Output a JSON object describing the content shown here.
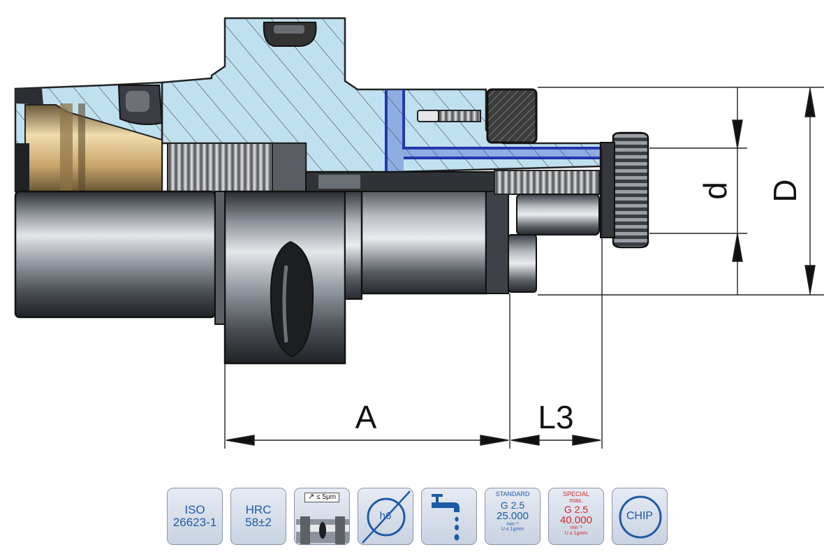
{
  "dimensions": {
    "A": "A",
    "L3": "L3",
    "d": "d",
    "D": "D"
  },
  "badges": {
    "iso": {
      "line1": "ISO",
      "line2": "26623-1"
    },
    "hrc": {
      "line1": "HRC",
      "line2": "58±2"
    },
    "runout": {
      "text": "≤ 5μm"
    },
    "tolerance": {
      "text": "h6"
    },
    "coolant": {
      "icon": "coolant-tap-icon"
    },
    "standard": {
      "title": "STANDARD",
      "grade": "G 2.5",
      "speed": "25.000",
      "unit": "min⁻¹",
      "note": "U ≤ 1gmm"
    },
    "special": {
      "title": "SPECIAL",
      "sub": "max.",
      "grade": "G 2.5",
      "speed": "40.000",
      "unit": "min⁻¹",
      "note": "U ≤ 1gmm"
    },
    "chip": {
      "text": "CHIP"
    }
  },
  "colors": {
    "section_blue": "#bfe0ef",
    "coolant_blue": "#2233a8",
    "badge_text": "#1e5aa6",
    "badge_red": "#d8262c"
  }
}
